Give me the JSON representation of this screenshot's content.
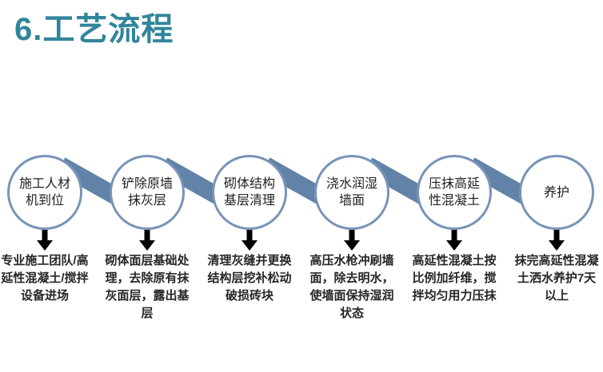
{
  "title": "6.工艺流程",
  "colors": {
    "title_text": "#31859B",
    "connector_band": "#6283A8",
    "circle_border": "#7893B8",
    "circle_fill": "#FFFFFF",
    "arrow": "#000000",
    "label_text": "#1F1F1F",
    "desc_text": "#262626",
    "background": "#FFFFFF"
  },
  "steps": [
    {
      "label": "施工人材\n机到位",
      "desc": "专业施工团队/高\n延性混凝土/搅拌\n设备进场"
    },
    {
      "label": "铲除原墙\n抹灰层",
      "desc": "砌体面层基础处\n理，去除原有抹\n灰面层，露出基\n层"
    },
    {
      "label": "砌体结构\n基层清理",
      "desc": "清理灰缝并更换\n结构层挖补松动\n破损砖块"
    },
    {
      "label": "浇水润湿\n墙面",
      "desc": "高压水枪冲刷墙\n面，除去明水，\n使墙面保持湿润\n状态"
    },
    {
      "label": "压抹高延\n性混凝土",
      "desc": "高延性混凝土按\n比例加纤维，搅\n拌均匀用力压抹"
    },
    {
      "label": "养护",
      "desc": "抹完高延性混凝\n土洒水养护7天\n以上"
    }
  ]
}
